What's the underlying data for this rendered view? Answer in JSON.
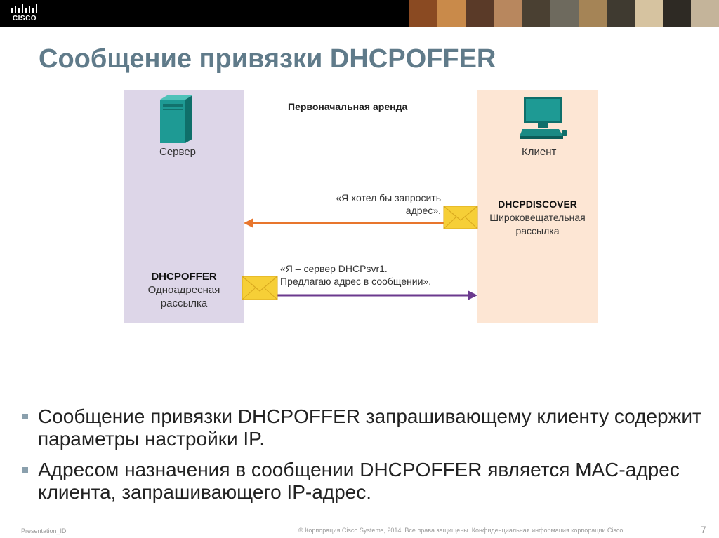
{
  "banner": {
    "logo_text": "CISCO",
    "logo_icon": "cisco-bridge-logo"
  },
  "title": "Сообщение привязки DHCPOFFER",
  "diagram": {
    "heading": "Первоначальная аренда",
    "server_label": "Сервер",
    "client_label": "Клиент",
    "discover": {
      "message_line1": "«Я хотел бы запросить",
      "message_line2": "адрес».",
      "title": "DHCPDISCOVER",
      "type_line1": "Широковещательная",
      "type_line2": "рассылка",
      "arrow_color": "#e8762d"
    },
    "offer": {
      "message_line1": "«Я – сервер DHCPsvr1.",
      "message_line2": "Предлагаю адрес в сообщении».",
      "title": "DHCPOFFER",
      "type_line1": "Одноадресная",
      "type_line2": "рассылка",
      "arrow_color": "#6b3a8e"
    }
  },
  "bullets": [
    "Сообщение привязки DHCPOFFER запрашивающему клиенту содержит параметры настройки IP.",
    "Адресом назначения в сообщении DHCPOFFER является MAC-адрес  клиента, запрашивающего IP-адрес."
  ],
  "footer": {
    "presentation_id": "Presentation_ID",
    "copyright": "© Корпорация Cisco Systems, 2014. Все права защищены. Конфиденциальная информация корпорации Cisco",
    "page_number": "7"
  },
  "colors": {
    "title": "#607b8a",
    "server_column": "#ddd6e8",
    "client_column": "#fde6d4",
    "device_teal": "#1e9a94",
    "envelope": "#f6cf37"
  }
}
